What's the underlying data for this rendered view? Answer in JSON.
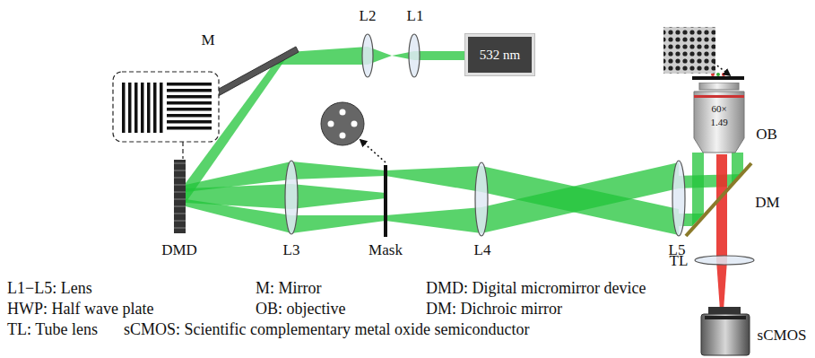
{
  "diagram": {
    "nodes": [
      {
        "text": [
          "532 nm"
        ]
      },
      {
        "text": [
          "60× 1.49"
        ]
      }
    ],
    "labels": [
      "M",
      "L2",
      "L1",
      "DMD",
      "L3",
      "Mask",
      "L4",
      "L5",
      "DM",
      "TL",
      "OB",
      "sCMOS",
      "L1−L5: Lens",
      "M: Mirror",
      "DMD: Digital micromirror device",
      "HWP: Half wave plate",
      "OB: objective",
      "DM: Dichroic mirror",
      "TL: Tube lens",
      "sCMOS: Scientific complementary metal oxide semiconductor"
    ]
  }
}
